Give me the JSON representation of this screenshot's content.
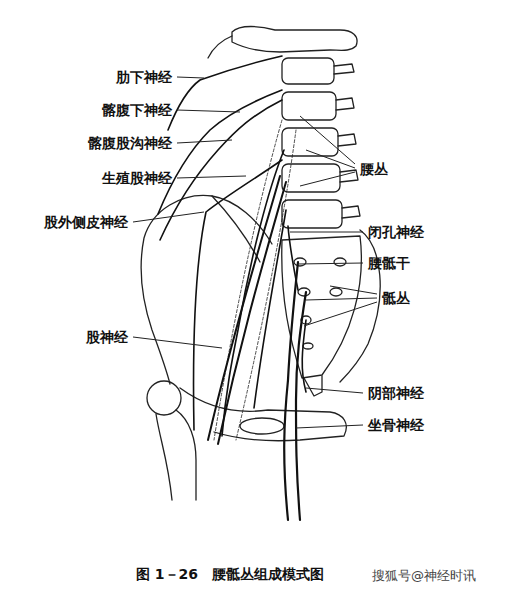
{
  "diagram": {
    "caption": "图 1－26　腰骶丛组成模式图",
    "labels": [
      "肋下神经",
      "髂腹下神经",
      "髂腹股沟神经",
      "生殖股神经",
      "股外侧皮神经",
      "腰丛",
      "闭孔神经",
      "腰骶干",
      "骶丛",
      "股神经",
      "阴部神经",
      "坐骨神经",
      "搜狐号@神经时讯"
    ]
  }
}
